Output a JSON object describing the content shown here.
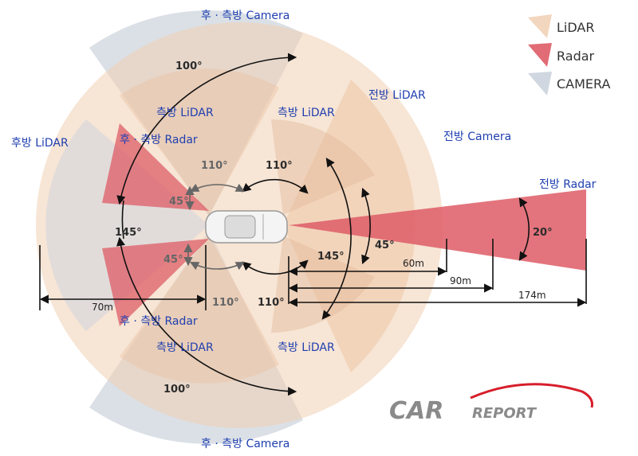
{
  "colors": {
    "lidar": "#f0cfb3",
    "radar": "#de5c66",
    "camera": "#cfd5de",
    "label_blue": "#1f3fb0"
  },
  "legend": {
    "lidar": "LiDAR",
    "radar": "Radar",
    "camera": "CAMERA"
  },
  "labels": {
    "rear_side_camera_top": "후 · 측방 Camera",
    "rear_side_camera_bottom": "후 · 측방 Camera",
    "front_lidar": "전방 LiDAR",
    "front_camera": "전방 Camera",
    "front_radar": "전방 Radar",
    "rear_lidar": "후방 LiDAR",
    "side_lidar_tl": "측방 LiDAR",
    "side_lidar_tr": "측방 LiDAR",
    "side_lidar_bl": "측방 LiDAR",
    "side_lidar_br": "측방 LiDAR",
    "rear_side_radar_top": "후 · 측방 Radar",
    "rear_side_radar_bottom": "후 · 측방 Radar"
  },
  "angles": {
    "camera_top": "100°",
    "camera_bottom": "100°",
    "rear_camera": "145°",
    "front_camera": "145°",
    "lidar_tl": "110°",
    "lidar_tr": "110°",
    "lidar_bl": "110°",
    "lidar_br": "110°",
    "radar_rear_top": "45°",
    "radar_rear_bottom": "45°",
    "front_lidar": "45°",
    "front_radar": "20°"
  },
  "distances": {
    "d60": "60m",
    "d90": "90m",
    "d174": "174m",
    "d70": "70m"
  },
  "logo": {
    "main": "CAR",
    "sub": "REPORT"
  }
}
